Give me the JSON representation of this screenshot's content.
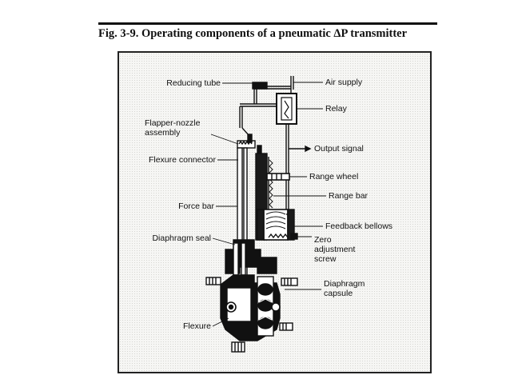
{
  "figure": {
    "title": "Fig. 3-9.  Operating components of a pneumatic ΔP transmitter"
  },
  "labels": {
    "reducing_tube": "Reducing tube",
    "air_supply": "Air supply",
    "relay": "Relay",
    "flapper_nozzle_line1": "Flapper-nozzle",
    "flapper_nozzle_line2": "assembly",
    "output_signal": "Output signal",
    "flexure_connector": "Flexure connector",
    "range_wheel": "Range wheel",
    "range_bar": "Range bar",
    "force_bar": "Force bar",
    "feedback_bellows": "Feedback bellows",
    "diaphragm_seal": "Diaphragm seal",
    "zero_adjustment_line1": "Zero",
    "zero_adjustment_line2": "adjustment",
    "zero_adjustment_line3": "screw",
    "diaphragm_capsule_line1": "Diaphragm",
    "diaphragm_capsule_line2": "capsule",
    "flexure": "Flexure"
  },
  "colors": {
    "ink": "#111111",
    "paper": "#f6f6f4"
  }
}
